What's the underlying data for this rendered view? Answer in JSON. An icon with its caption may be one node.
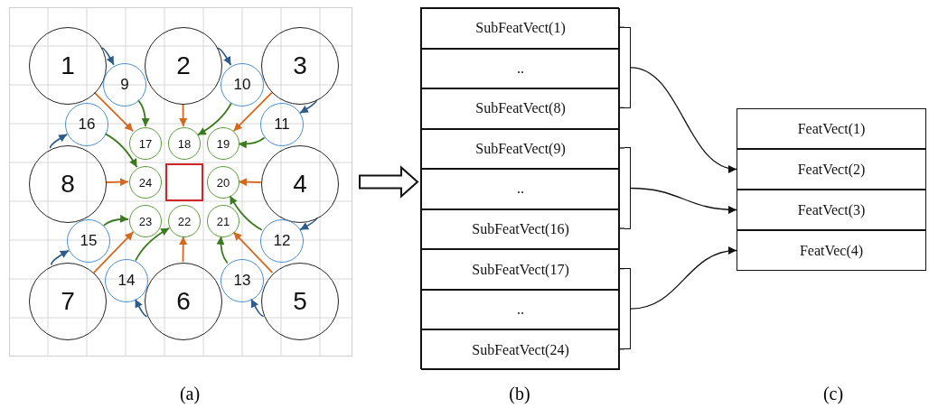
{
  "diagram": {
    "nodes": [
      {
        "text": [],
        "shape": "box"
      },
      {
        "text": [
          "1"
        ],
        "in": 0
      },
      {
        "text": [
          "2"
        ],
        "in": 0
      },
      {
        "text": [
          "3"
        ],
        "in": 0
      },
      {
        "text": [
          "4"
        ],
        "in": 0
      },
      {
        "text": [
          "5"
        ],
        "in": 0
      },
      {
        "text": [
          "6"
        ],
        "in": 0
      },
      {
        "text": [
          "7"
        ],
        "in": 0
      },
      {
        "text": [
          "8"
        ],
        "in": 0
      },
      {
        "text": [
          "9"
        ],
        "in": 0
      },
      {
        "text": [
          "10"
        ],
        "in": 0
      },
      {
        "text": [
          "11"
        ],
        "in": 0
      },
      {
        "text": [
          "12"
        ],
        "in": 0
      },
      {
        "text": [
          "13"
        ],
        "in": 0
      },
      {
        "text": [
          "14"
        ],
        "in": 0
      },
      {
        "text": [
          "15"
        ],
        "in": 0
      },
      {
        "text": [
          "16"
        ],
        "in": 0
      },
      {
        "text": [
          "17"
        ],
        "in": 0
      },
      {
        "text": [
          "18"
        ],
        "in": 0
      },
      {
        "text": [
          "19"
        ],
        "in": 0
      },
      {
        "text": [
          "20"
        ],
        "in": 0
      },
      {
        "text": [
          "21"
        ],
        "in": 0
      },
      {
        "text": [
          "22"
        ],
        "in": 0
      },
      {
        "text": [
          "23"
        ],
        "in": 0
      },
      {
        "text": [
          "24"
        ],
        "in": 0
      },
      {
        "text": [],
        "shape": "box",
        "in": 0
      },
      {
        "text": [],
        "shape": "box"
      },
      {
        "text": [
          "SubFeatVect(1)"
        ],
        "in": 26
      },
      {
        "text": [
          ".."
        ],
        "in": 26
      },
      {
        "text": [
          "SubFeatVect(8)"
        ],
        "in": 26
      },
      {
        "text": [
          "SubFeatVect(9)"
        ],
        "in": 26
      },
      {
        "text": [
          ".."
        ],
        "in": 26
      },
      {
        "text": [
          "SubFeatVect(16)"
        ],
        "in": 26
      },
      {
        "text": [
          "SubFeatVect(17)"
        ],
        "in": 26
      },
      {
        "text": [
          ".."
        ],
        "in": 26
      },
      {
        "text": [
          "SubFeatVect(24)"
        ],
        "in": 26
      },
      {
        "text": [],
        "shape": "bracket"
      },
      {
        "text": [],
        "shape": "bracket"
      },
      {
        "text": [],
        "shape": "bracket"
      },
      {
        "text": [
          "FeatVect(1)"
        ]
      },
      {
        "text": [
          "FeatVect(2)"
        ]
      },
      {
        "text": [
          "FeatVect(3)"
        ]
      },
      {
        "text": [
          "FeatVec(4)"
        ]
      }
    ],
    "edges": [
      {
        "from": 1,
        "to": 9,
        "arrow": "to",
        "color": "#2e5c8a"
      },
      {
        "from": 2,
        "to": 10,
        "arrow": "to",
        "color": "#2e5c8a"
      },
      {
        "from": 3,
        "to": 11,
        "arrow": "to",
        "color": "#2e5c8a"
      },
      {
        "from": 4,
        "to": 12,
        "arrow": "to",
        "color": "#2e5c8a"
      },
      {
        "from": 5,
        "to": 13,
        "arrow": "to",
        "color": "#2e5c8a"
      },
      {
        "from": 6,
        "to": 14,
        "arrow": "to",
        "color": "#2e5c8a"
      },
      {
        "from": 7,
        "to": 15,
        "arrow": "to",
        "color": "#2e5c8a"
      },
      {
        "from": 8,
        "to": 16,
        "arrow": "to",
        "color": "#2e5c8a"
      },
      {
        "from": 1,
        "to": 17,
        "arrow": "to",
        "color": "#d2691e"
      },
      {
        "from": 2,
        "to": 18,
        "arrow": "to",
        "color": "#d2691e"
      },
      {
        "from": 3,
        "to": 19,
        "arrow": "to",
        "color": "#d2691e"
      },
      {
        "from": 4,
        "to": 20,
        "arrow": "to",
        "color": "#d2691e"
      },
      {
        "from": 5,
        "to": 21,
        "arrow": "to",
        "color": "#d2691e"
      },
      {
        "from": 6,
        "to": 22,
        "arrow": "to",
        "color": "#d2691e"
      },
      {
        "from": 7,
        "to": 23,
        "arrow": "to",
        "color": "#d2691e"
      },
      {
        "from": 8,
        "to": 24,
        "arrow": "to",
        "color": "#d2691e"
      },
      {
        "from": 9,
        "to": 17,
        "arrow": "to",
        "color": "#3d7a1f"
      },
      {
        "from": 10,
        "to": 18,
        "arrow": "to",
        "color": "#3d7a1f"
      },
      {
        "from": 11,
        "to": 19,
        "arrow": "to",
        "color": "#3d7a1f"
      },
      {
        "from": 12,
        "to": 20,
        "arrow": "to",
        "color": "#3d7a1f"
      },
      {
        "from": 13,
        "to": 21,
        "arrow": "to",
        "color": "#3d7a1f"
      },
      {
        "from": 14,
        "to": 22,
        "arrow": "to",
        "color": "#3d7a1f"
      },
      {
        "from": 15,
        "to": 23,
        "arrow": "to",
        "color": "#3d7a1f"
      },
      {
        "from": 16,
        "to": 24,
        "arrow": "to",
        "color": "#3d7a1f"
      },
      {
        "from": 0,
        "to": 26,
        "arrow": "to",
        "style": "thick"
      },
      {
        "from": 27,
        "to": 36,
        "arrow": "none"
      },
      {
        "from": 29,
        "to": 36,
        "arrow": "none"
      },
      {
        "from": 30,
        "to": 37,
        "arrow": "none"
      },
      {
        "from": 32,
        "to": 37,
        "arrow": "none"
      },
      {
        "from": 33,
        "to": 38,
        "arrow": "none"
      },
      {
        "from": 35,
        "to": 38,
        "arrow": "none"
      },
      {
        "from": 36,
        "to": 40,
        "arrow": "to"
      },
      {
        "from": 37,
        "to": 41,
        "arrow": "to"
      },
      {
        "from": 38,
        "to": 42,
        "arrow": "to"
      }
    ],
    "labels": [
      "(a)",
      "(b)",
      "(c)"
    ]
  }
}
